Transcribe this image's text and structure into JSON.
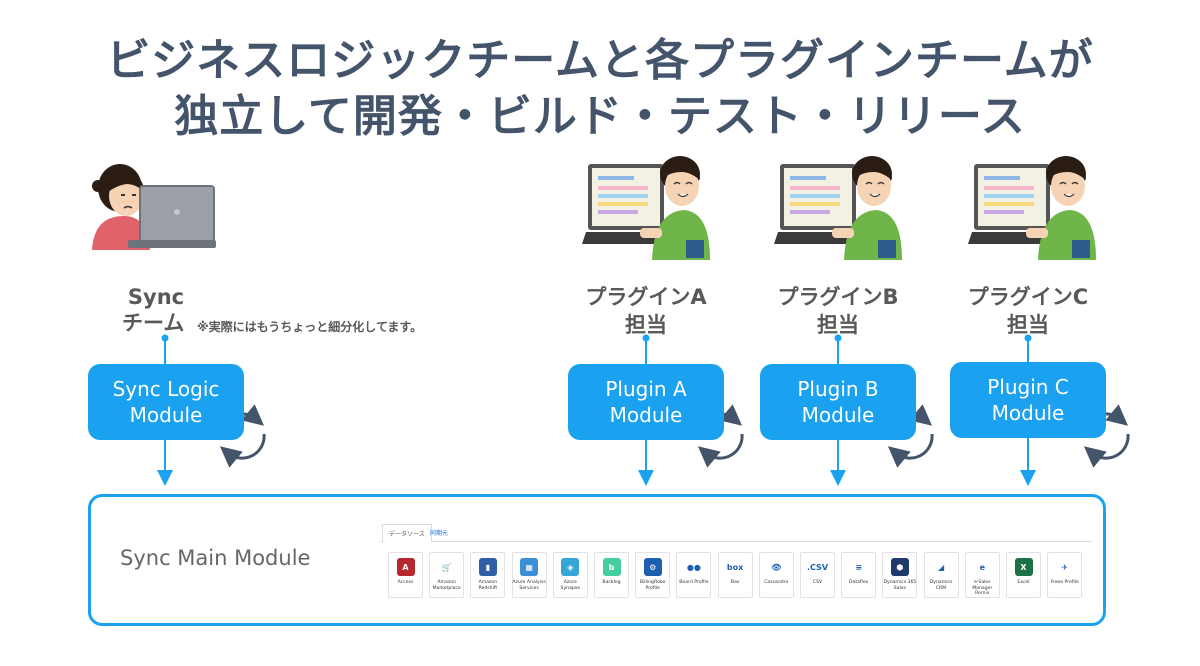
{
  "title": {
    "line1": "ビジネスロジックチームと各プラグインチームが",
    "line2": "独立して開発・ビルド・テスト・リリース"
  },
  "teams": [
    {
      "label_line1": "Sync",
      "label_line2": "チーム",
      "note": "※実際にはもうちょっと細分化してます。",
      "module_line1": "Sync Logic",
      "module_line2": "Module"
    },
    {
      "label_line1": "プラグインA",
      "label_line2": "担当",
      "module_line1": "Plugin A",
      "module_line2": "Module"
    },
    {
      "label_line1": "プラグインB",
      "label_line2": "担当",
      "module_line1": "Plugin B",
      "module_line2": "Module"
    },
    {
      "label_line1": "プラグインC",
      "label_line2": "担当",
      "module_line1": "Plugin C",
      "module_line2": "Module"
    }
  ],
  "main_module": {
    "label": "Sync Main Module",
    "tabs": [
      "データソース",
      "同期元"
    ],
    "tiles": [
      {
        "label": "Access",
        "icon": "A",
        "color": "#b7282e"
      },
      {
        "label": "Amazon Marketplace",
        "icon": "🛒",
        "color": "#ffffff"
      },
      {
        "label": "Amazon Redshift",
        "icon": "▮",
        "color": "#2e5fa8"
      },
      {
        "label": "Azure Analysis Services",
        "icon": "▦",
        "color": "#3a8fd6"
      },
      {
        "label": "Azure Synapse",
        "icon": "◈",
        "color": "#36a6d9"
      },
      {
        "label": "Backlog",
        "icon": "b",
        "color": "#42ce9f"
      },
      {
        "label": "BillingRobo Profile",
        "icon": "⚙",
        "color": "#1e5fb0"
      },
      {
        "label": "Board Profile",
        "icon": "●●",
        "color": "#ffffff"
      },
      {
        "label": "Box",
        "icon": "box",
        "color": "#ffffff"
      },
      {
        "label": "Cassandra",
        "icon": "👁",
        "color": "#ffffff"
      },
      {
        "label": "CSV",
        "icon": ".CSV",
        "color": "#ffffff"
      },
      {
        "label": "Dataflex",
        "icon": "≡",
        "color": "#ffffff"
      },
      {
        "label": "Dynamics 365 Sales",
        "icon": "⬢",
        "color": "#1f3a6b"
      },
      {
        "label": "Dynamics CRM",
        "icon": "◢",
        "color": "#ffffff"
      },
      {
        "label": "e-Sales Manager Remix",
        "icon": "e",
        "color": "#ffffff"
      },
      {
        "label": "Excel",
        "icon": "X",
        "color": "#1e7145"
      },
      {
        "label": "Freee Profile",
        "icon": "✈",
        "color": "#ffffff"
      }
    ]
  },
  "colors": {
    "accent": "#1aa1ef",
    "title": "#44546a",
    "cycle": "#44546a"
  }
}
